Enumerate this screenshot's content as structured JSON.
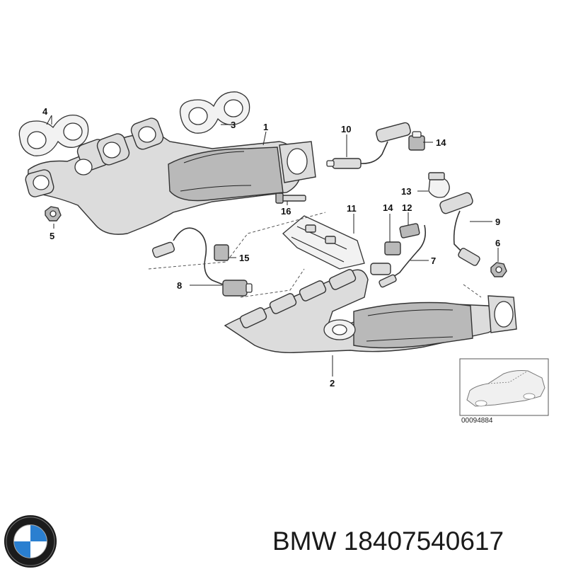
{
  "callouts": {
    "c1": "1",
    "c2": "2",
    "c3": "3",
    "c4": "4",
    "c5": "5",
    "c6": "6",
    "c7": "7",
    "c8": "8",
    "c9": "9",
    "c10": "10",
    "c11": "11",
    "c12": "12",
    "c13": "13",
    "c14a": "14",
    "c14b": "14",
    "c15": "15",
    "c16": "16"
  },
  "inset": {
    "ref_code": "00094884"
  },
  "footer": {
    "brand": "BMW",
    "part_number": "18407540617"
  },
  "colors": {
    "logo_blue": "#2a7fd0",
    "logo_ring": "#1b1b1b",
    "line": "#333333"
  }
}
